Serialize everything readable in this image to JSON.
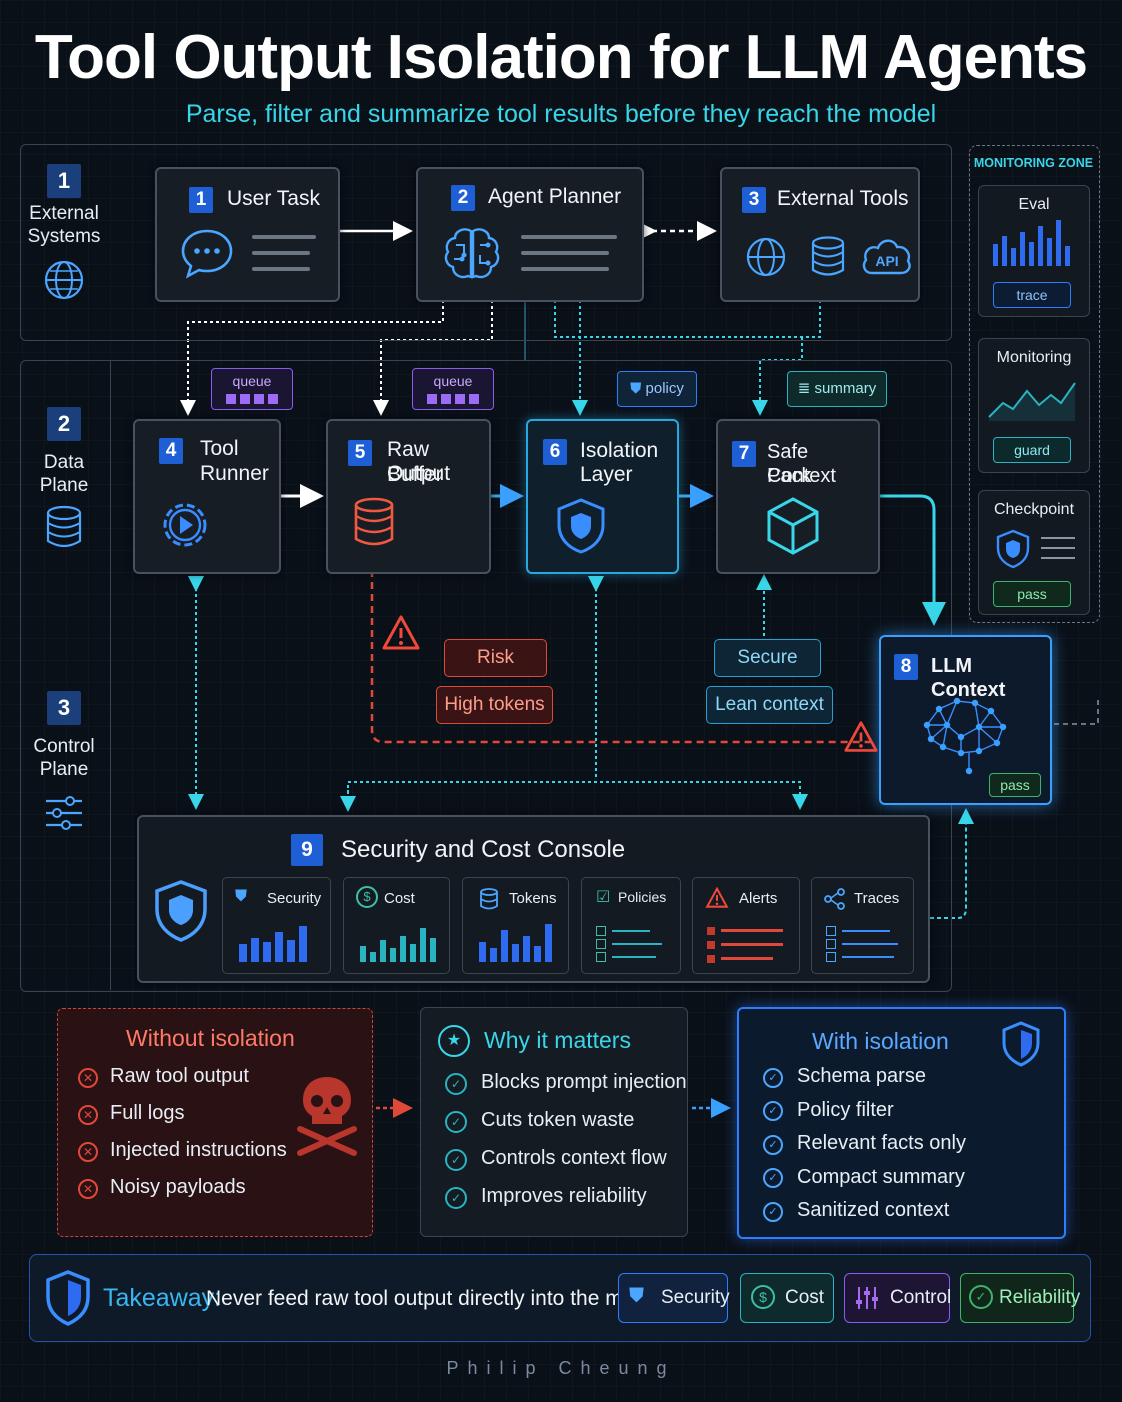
{
  "title": "Tool Output Isolation for LLM Agents",
  "subtitle": "Parse, filter and summarize tool results before they reach the model",
  "lanes": [
    {
      "num": "1",
      "label_line1": "External",
      "label_line2": "Systems"
    },
    {
      "num": "2",
      "label_line1": "Data",
      "label_line2": "Plane"
    },
    {
      "num": "3",
      "label_line1": "Control",
      "label_line2": "Plane"
    }
  ],
  "nodes": {
    "user_task": {
      "num": "1",
      "title": "User Task"
    },
    "agent_planner": {
      "num": "2",
      "title": "Agent Planner"
    },
    "external_tools": {
      "num": "3",
      "title": "External Tools",
      "api": "API"
    },
    "tool_runner": {
      "num": "4",
      "line1": "Tool",
      "line2": "Runner"
    },
    "raw_output": {
      "num": "5",
      "line1": "Raw Output",
      "line2": "Buffer"
    },
    "isolation": {
      "num": "6",
      "line1": "Isolation",
      "line2": "Layer"
    },
    "safe_context": {
      "num": "7",
      "line1": "Safe Context",
      "line2": "Pack"
    },
    "llm_context": {
      "num": "8",
      "title": "LLM Context",
      "pass": "pass"
    },
    "console": {
      "num": "9",
      "title": "Security and Cost Console"
    }
  },
  "chips": {
    "queue1": "queue",
    "queue2": "queue",
    "policy": "policy",
    "summary": "summary"
  },
  "tags": {
    "risk": "Risk",
    "high_tokens": "High tokens",
    "secure": "Secure",
    "lean": "Lean context"
  },
  "monitoring": {
    "zone_label": "MONITORING ZONE",
    "eval": {
      "title": "Eval",
      "tag": "trace"
    },
    "monitoring": {
      "title": "Monitoring",
      "tag": "guard"
    },
    "checkpoint": {
      "title": "Checkpoint",
      "tag": "pass"
    }
  },
  "console_cards": [
    "Security",
    "Cost",
    "Tokens",
    "Policies",
    "Alerts",
    "Traces"
  ],
  "without": {
    "title": "Without isolation",
    "items": [
      "Raw tool output",
      "Full logs",
      "Injected instructions",
      "Noisy payloads"
    ]
  },
  "why": {
    "title": "Why it matters",
    "items": [
      "Blocks prompt injection",
      "Cuts token waste",
      "Controls context flow",
      "Improves reliability"
    ]
  },
  "with": {
    "title": "With isolation",
    "items": [
      "Schema parse",
      "Policy filter",
      "Relevant facts only",
      "Compact summary",
      "Sanitized context"
    ]
  },
  "takeaway": {
    "label": "Takeaway:",
    "text": "Never feed raw tool output directly into the model",
    "pills": [
      "Security",
      "Cost",
      "Control",
      "Reliability"
    ]
  },
  "author": "Philip Cheung",
  "colors": {
    "accent_cyan": "#38d6e8",
    "blue": "#2f7dff",
    "red": "#e0483a",
    "green": "#3fb36b",
    "purple": "#a66bf0"
  }
}
